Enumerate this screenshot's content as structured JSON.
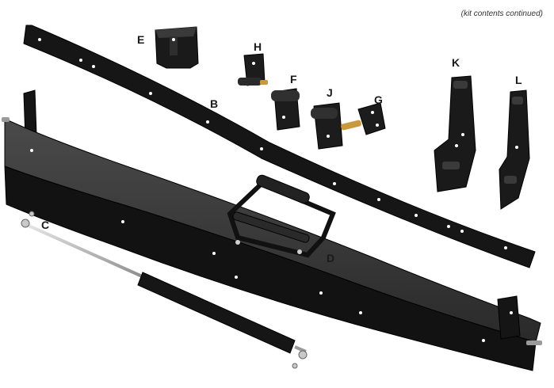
{
  "caption": "(kit contents continued)",
  "part_labels": {
    "B": "B",
    "C": "C",
    "D": "D",
    "E": "E",
    "F": "F",
    "G": "G",
    "H": "H",
    "J": "J",
    "K": "K",
    "L": "L"
  },
  "part_icons": {
    "B": "flat-bar-strip-icon",
    "C": "gas-strut-icon",
    "D": "curved-frame-beam-icon",
    "E": "channel-block-icon",
    "F": "hinge-bracket-icon",
    "G": "pin-hinge-bracket-icon",
    "H": "pin-hinge-bracket-icon",
    "J": "pin-hinge-bracket-icon",
    "K": "mounting-bracket-icon",
    "L": "mounting-bracket-icon"
  },
  "colors": {
    "metal": "#1b1b1b",
    "metal_light": "#3a3a3a",
    "brass": "#c89a3c",
    "rod": "#b8b8b8"
  }
}
